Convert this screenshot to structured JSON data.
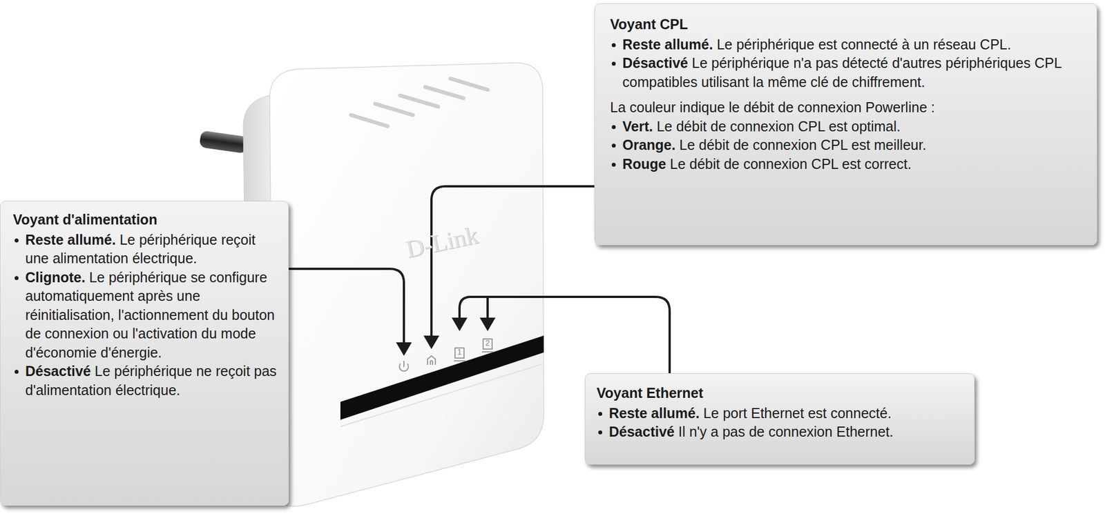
{
  "diagram": {
    "nodes": [
      {
        "text": [
          "Voyant CPL",
          "Reste allumé.",
          "Le périphérique est connecté à un réseau CPL.",
          "Désactivé",
          "Le périphérique n'a pas détecté d'autres périphériques CPL compatibles utilisant la même clé de chiffrement.",
          "La couleur indique le débit de connexion Powerline :",
          "Vert.",
          "Le débit de connexion CPL est optimal.",
          "Orange.",
          "Le débit de connexion CPL est meilleur.",
          "Rouge",
          "Le débit de connexion CPL est correct."
        ]
      },
      {
        "text": [
          "Voyant d'alimentation",
          "Reste allumé.",
          "Le périphérique reçoit une alimentation électrique.",
          "Clignote.",
          "Le périphérique se configure automatiquement après une réinitialisation, l'actionnement du bouton de connexion ou l'activation du mode d'économie d'énergie.",
          "Désactivé",
          "Le périphérique ne reçoit pas d'alimentation électrique."
        ]
      },
      {
        "text": [
          "Voyant Ethernet",
          "Reste allumé.",
          "Le port Ethernet est connecté.",
          "Désactivé",
          "Il n'y a pas de connexion Ethernet."
        ]
      }
    ],
    "labels": [
      "D-Link",
      "1",
      "2"
    ]
  }
}
